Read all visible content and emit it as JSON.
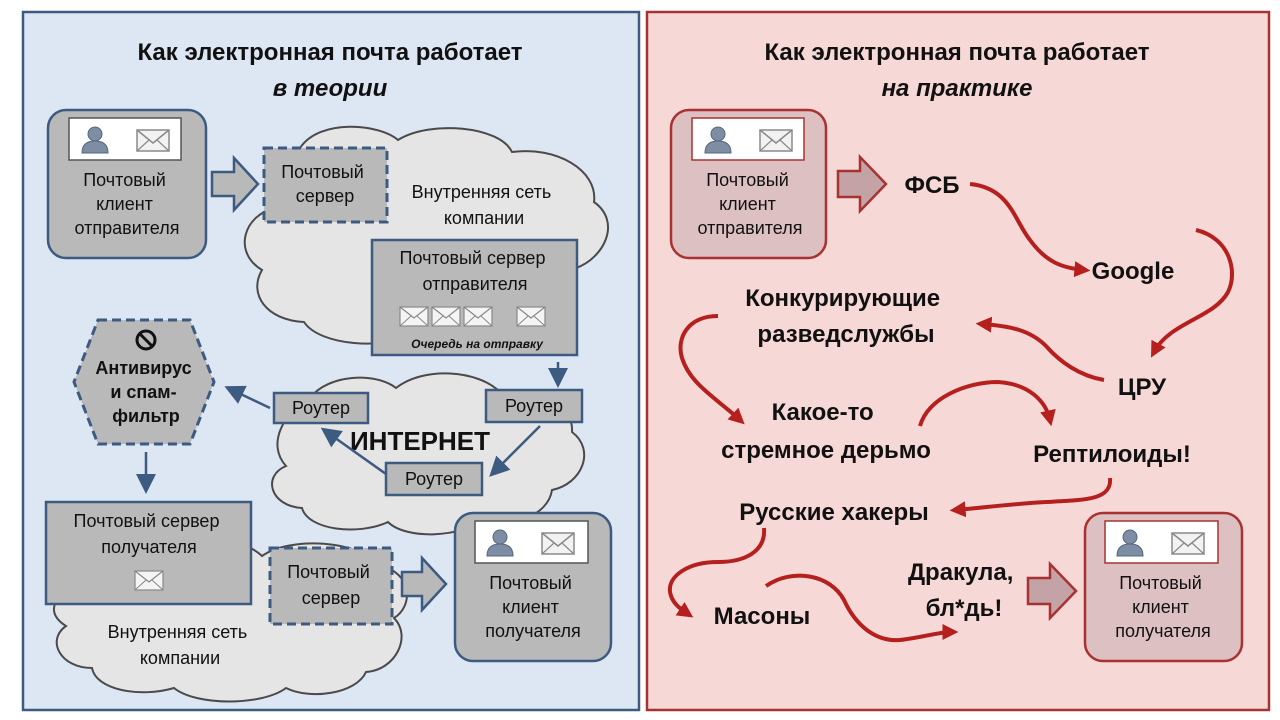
{
  "left": {
    "title": "Как электронная почта работает",
    "subtitle": "в теории",
    "sender_client": [
      "Почтовый",
      "клиент",
      "отправителя"
    ],
    "sender_local_server": [
      "Почтовый",
      "сервер"
    ],
    "sender_network": [
      "Внутренняя сеть",
      "компании"
    ],
    "sender_server": [
      "Почтовый сервер",
      "отправителя"
    ],
    "queue_label": "Очередь на отправку",
    "internet": "ИНТЕРНЕТ",
    "router_label": "Роутер",
    "antivirus": [
      "Антивирус",
      "и спам-",
      "фильтр"
    ],
    "recipient_server": [
      "Почтовый сервер",
      "получателя"
    ],
    "recipient_local_server": [
      "Почтовый",
      "сервер"
    ],
    "recipient_network": [
      "Внутренняя сеть",
      "компании"
    ],
    "recipient_client": [
      "Почтовый",
      "клиент",
      "получателя"
    ]
  },
  "right": {
    "title": "Как электронная почта работает",
    "subtitle": "на практике",
    "sender_client": [
      "Почтовый",
      "клиент",
      "отправителя"
    ],
    "fsb": "ФСБ",
    "google": "Google",
    "rival_intel": [
      "Конкурирующие",
      "разведслужбы"
    ],
    "cia": "ЦРУ",
    "shady": [
      "Какое-то",
      "стремное дерьмо"
    ],
    "reptilians": "Рептилоиды!",
    "russian_hackers": "Русские хакеры",
    "masons": "Масоны",
    "dracula": [
      "Дракула,",
      "бл*дь!"
    ],
    "recipient_client": [
      "Почтовый",
      "клиент",
      "получателя"
    ]
  },
  "colors": {
    "left_bg": "#dde6f3",
    "left_border": "#3d5a80",
    "right_bg": "#f6d8d6",
    "right_border": "#a83232",
    "box_fill": "#b9b9b9",
    "cloud_fill": "#e5e5e5",
    "arrow_blue": "#3d5a80",
    "arrow_red": "#b5201e"
  },
  "icons": [
    "user-icon",
    "envelope-icon",
    "no-entry-icon"
  ]
}
